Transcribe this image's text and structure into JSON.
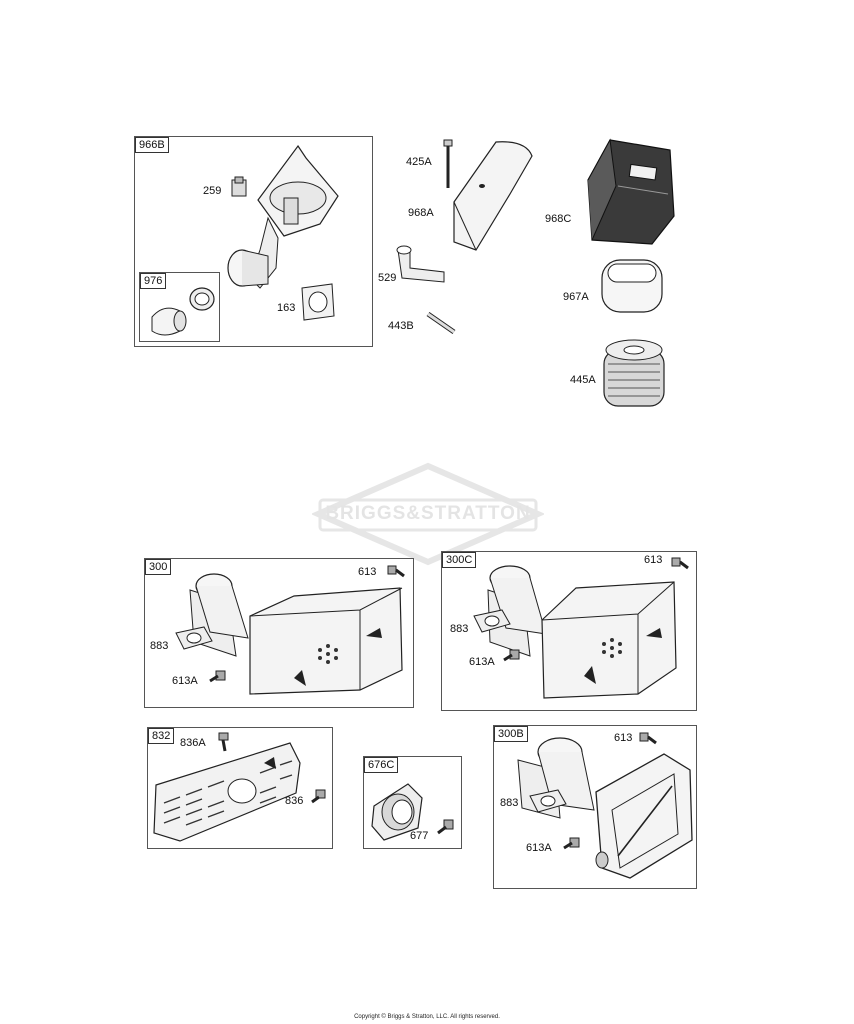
{
  "watermark": {
    "logo_text": "BRIGGS&STRATTON"
  },
  "groups": {
    "g966B": {
      "tag": "966B"
    },
    "g976": {
      "tag": "976"
    },
    "g300": {
      "tag": "300"
    },
    "g300C": {
      "tag": "300C"
    },
    "g832": {
      "tag": "832"
    },
    "g676C": {
      "tag": "676C"
    },
    "g300B": {
      "tag": "300B"
    }
  },
  "labels": {
    "p259": "259",
    "p163": "163",
    "p425A": "425A",
    "p968A": "968A",
    "p529": "529",
    "p443B": "443B",
    "p968C": "968C",
    "p967A": "967A",
    "p445A": "445A",
    "p300_613": "613",
    "p300_883": "883",
    "p300_613A": "613A",
    "p300C_613": "613",
    "p300C_883": "883",
    "p300C_613A": "613A",
    "p836A": "836A",
    "p836": "836",
    "p677": "677",
    "p300B_613": "613",
    "p300B_883": "883",
    "p300B_613A": "613A"
  },
  "footer": {
    "copyright": "Copyright © Briggs & Stratton, LLC. All rights reserved."
  }
}
